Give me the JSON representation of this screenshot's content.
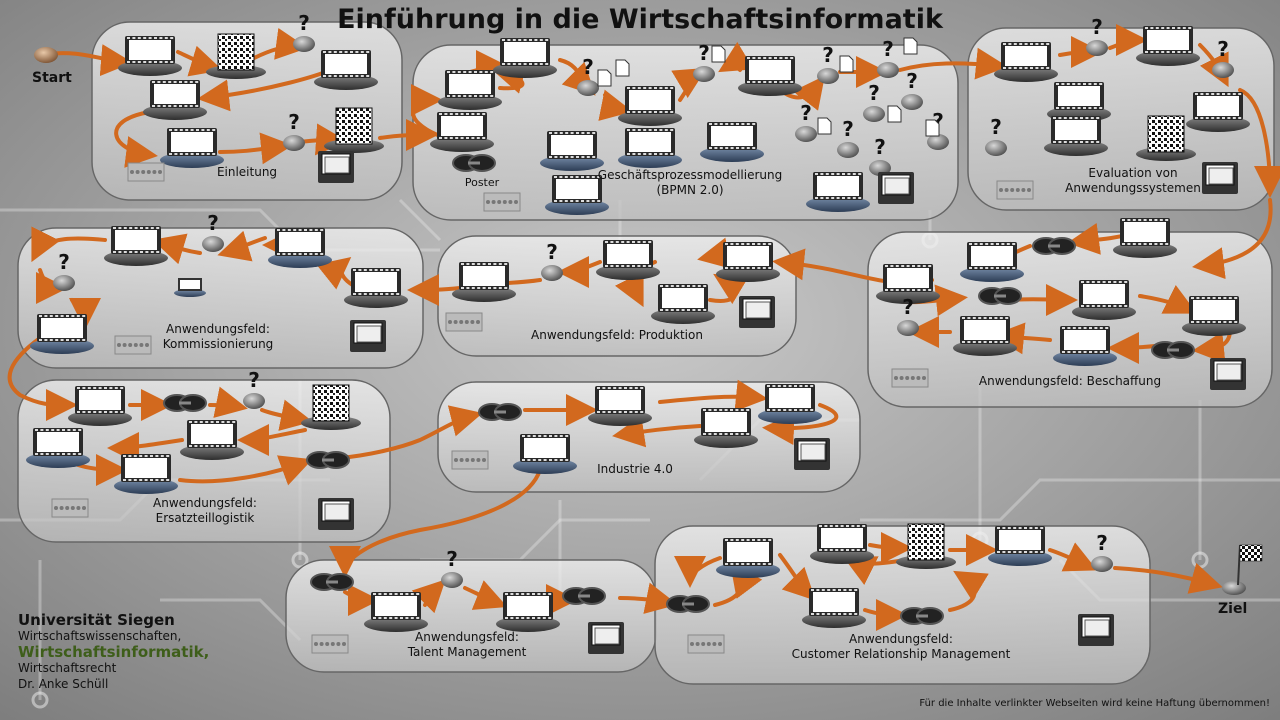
{
  "title": "Einführung in die Wirtschaftsinformatik",
  "start_label": "Start",
  "goal_label": "Ziel",
  "modules": [
    {
      "id": "einleitung",
      "label": "Einleitung"
    },
    {
      "id": "bpmn",
      "label": "Geschäftsprozessmodellierung\n(BPMN 2.0)"
    },
    {
      "id": "evaluation",
      "label": "Evaluation von\nAnwendungssystemen"
    },
    {
      "id": "kommissionierung",
      "label": "Anwendungsfeld:\nKommissionierung"
    },
    {
      "id": "produktion",
      "label": "Anwendungsfeld: Produktion"
    },
    {
      "id": "beschaffung",
      "label": "Anwendungsfeld: Beschaffung"
    },
    {
      "id": "ersatzteillogistik",
      "label": "Anwendungsfeld:\nErsatzteillogistik"
    },
    {
      "id": "industrie",
      "label": "Industrie 4.0"
    },
    {
      "id": "talent",
      "label": "Anwendungsfeld:\nTalent Management"
    },
    {
      "id": "crm",
      "label": "Anwendungsfeld:\nCustomer Relationship Management"
    }
  ],
  "poster_label": "Poster",
  "quiz_symbol": "?",
  "credits": {
    "university": "Universität Siegen",
    "faculty": "Wirtschaftswissenschaften,",
    "department": "Wirtschaftsinformatik,",
    "law": "Wirtschaftsrecht",
    "author": "Dr. Anke Schüll"
  },
  "disclaimer": "Für die Inhalte verlinkter Webseiten wird keine Haftung übernommen!",
  "colors": {
    "path": "#d2691e",
    "path_dark": "#7a3a0a",
    "module_fill": "#e6e6e6",
    "title_accent": "#3e5e1a"
  },
  "icons": {
    "video": "video-screen-icon",
    "quiz": "question-mark-icon",
    "qr": "qr-code-icon",
    "link": "chain-link-icon",
    "doc": "document-icon",
    "window": "window-icon",
    "photo": "photo-thumbnail-icon",
    "start": "start-marker-icon",
    "goal": "checkered-flag-icon"
  }
}
